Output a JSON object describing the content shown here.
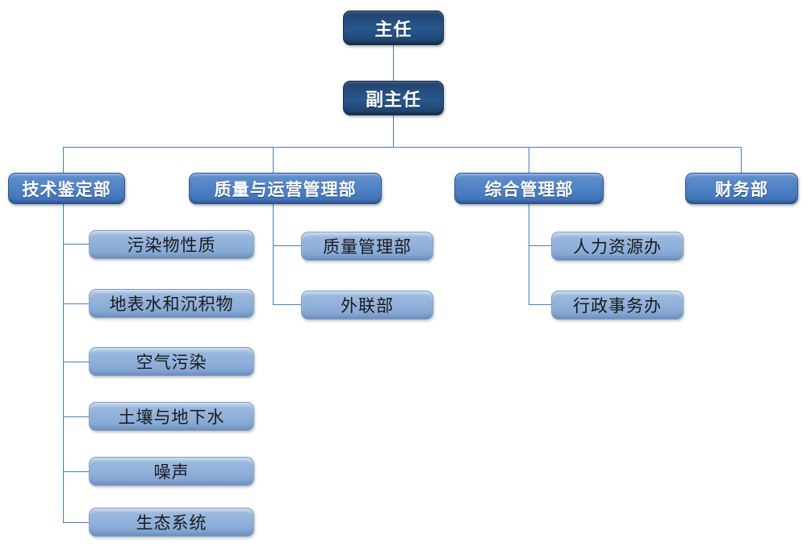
{
  "chart_title": "",
  "palette": {
    "level1_fill": "#24497A",
    "level2_fill": "#4E81C6",
    "level3_fill": "#8FB0DA",
    "connector": "#4A7EBB",
    "level1_text": "#FFFFFF",
    "level2_text": "#FFFFFF",
    "level3_text": "#1A1A1A",
    "background": "#FFFFFF"
  },
  "nodes": {
    "director": {
      "label": "主任"
    },
    "deputy_director": {
      "label": "副主任"
    },
    "departments": [
      {
        "label": "技术鉴定部"
      },
      {
        "label": "质量与运营管理部"
      },
      {
        "label": "综合管理部"
      },
      {
        "label": "财务部"
      }
    ],
    "tech_appraisal_units": [
      {
        "label": "污染物性质"
      },
      {
        "label": "地表水和沉积物"
      },
      {
        "label": "空气污染"
      },
      {
        "label": "土壤与地下水"
      },
      {
        "label": "噪声"
      },
      {
        "label": "生态系统"
      }
    ],
    "quality_ops_units": [
      {
        "label": "质量管理部"
      },
      {
        "label": "外联部"
      }
    ],
    "general_admin_units": [
      {
        "label": "人力资源办"
      },
      {
        "label": "行政事务办"
      }
    ],
    "finance_units": []
  }
}
